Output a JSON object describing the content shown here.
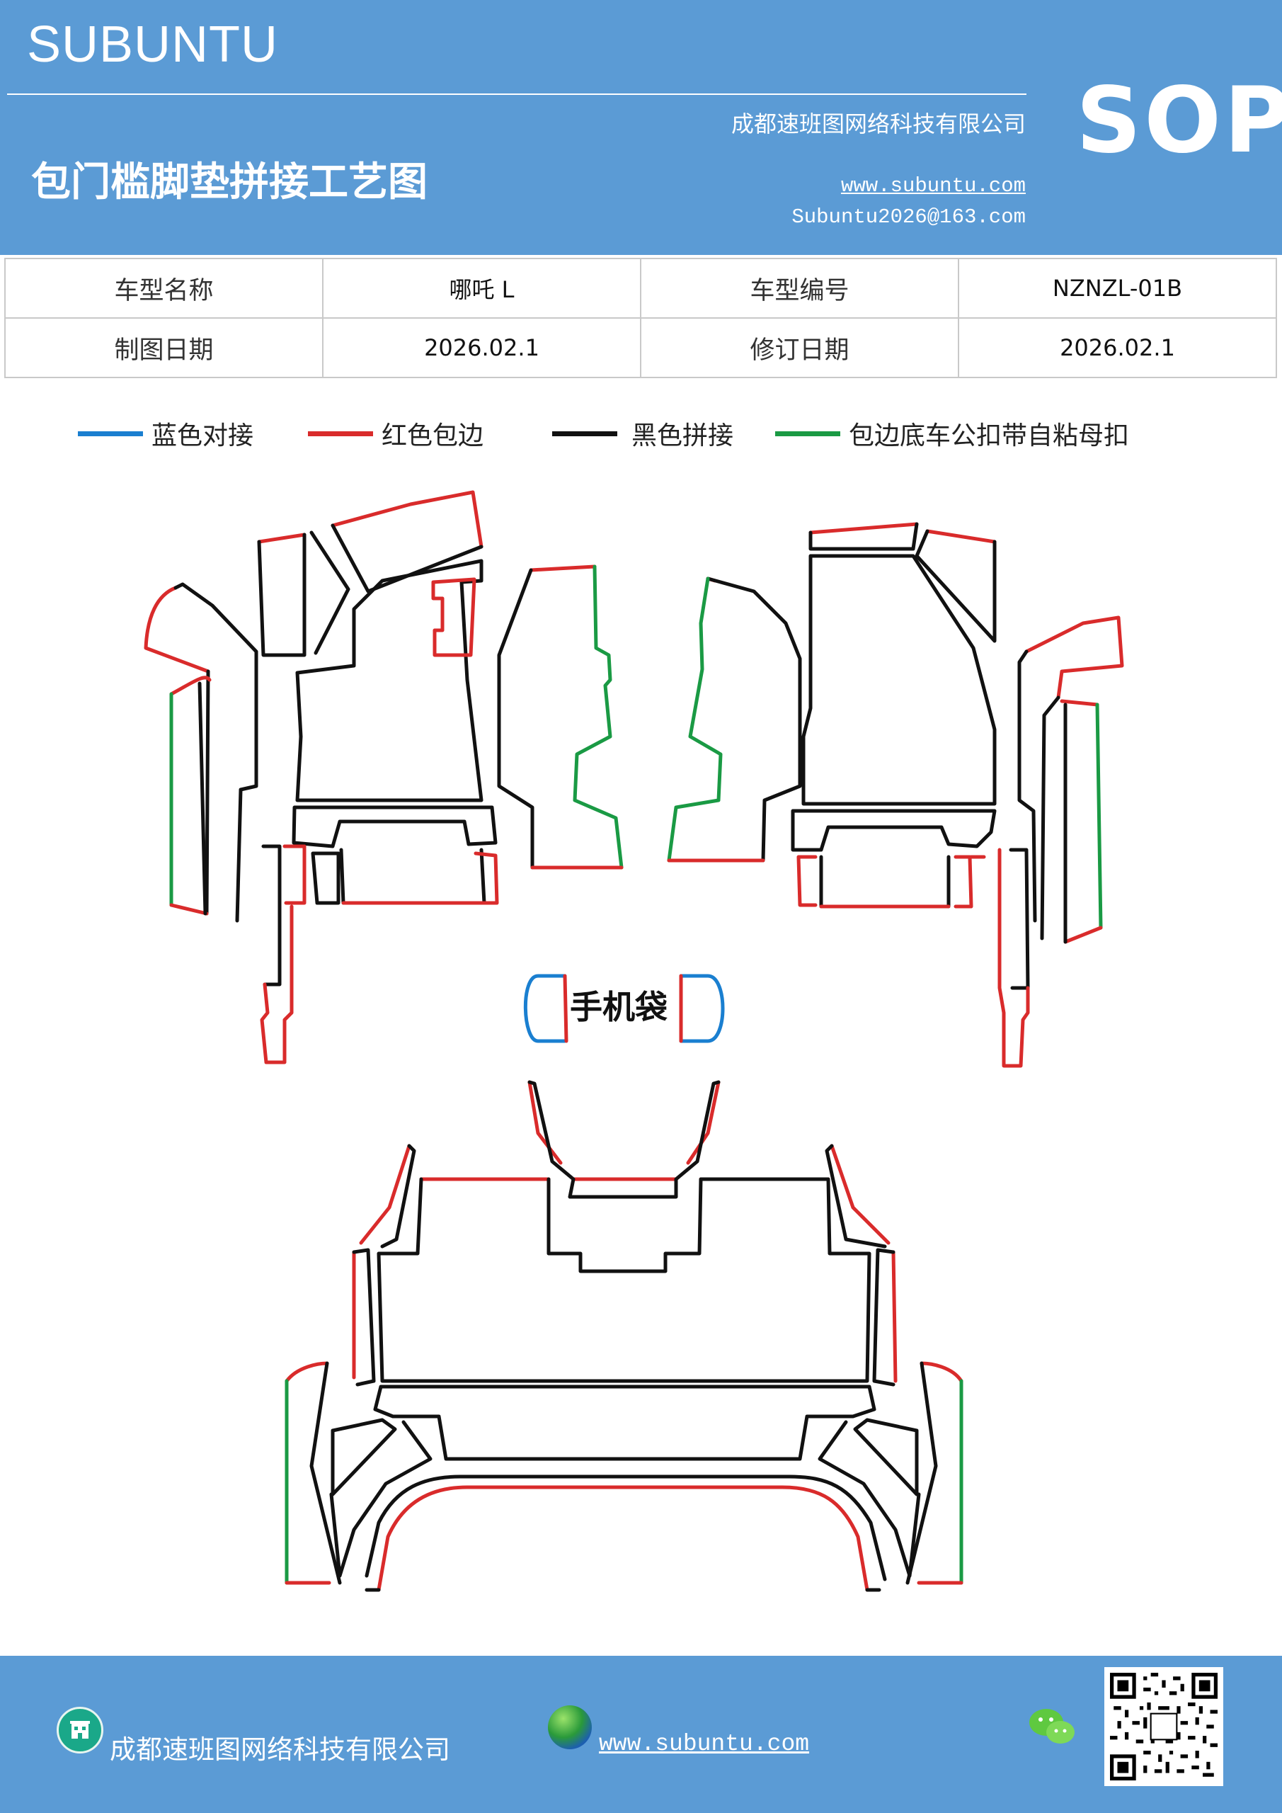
{
  "header": {
    "brand": "SUBUNTU",
    "title": "包门槛脚垫拼接工艺图",
    "company": "成都速班图网络科技有限公司",
    "website": "www.subuntu.com",
    "email": "Subuntu2026@163.com",
    "badge": "SOP",
    "background_color": "#5b9bd5"
  },
  "info_table": {
    "rows": [
      {
        "label1": "车型名称",
        "value1": "哪吒 L",
        "label2": "车型编号",
        "value2": "NZNZL-01B"
      },
      {
        "label1": "制图日期",
        "value1": "2026.02.1",
        "label2": "修订日期",
        "value2": "2026.02.1"
      }
    ]
  },
  "legend": {
    "items": [
      {
        "label": "蓝色对接",
        "color": "#1a7fd0"
      },
      {
        "label": "红色包边",
        "color": "#d92b2b"
      },
      {
        "label": "黑色拼接",
        "color": "#111111"
      },
      {
        "label": "包边底车公扣带自粘母扣",
        "color": "#1a9a44"
      }
    ]
  },
  "diagram": {
    "phone_pocket_label": "手机袋"
  },
  "footer": {
    "company": "成都速班图网络科技有限公司",
    "website": "www.subuntu.com",
    "company_icon": "building-icon",
    "website_icon": "globe-icon",
    "social_icon": "wechat-icon",
    "qr_icon": "qr-code-icon"
  }
}
